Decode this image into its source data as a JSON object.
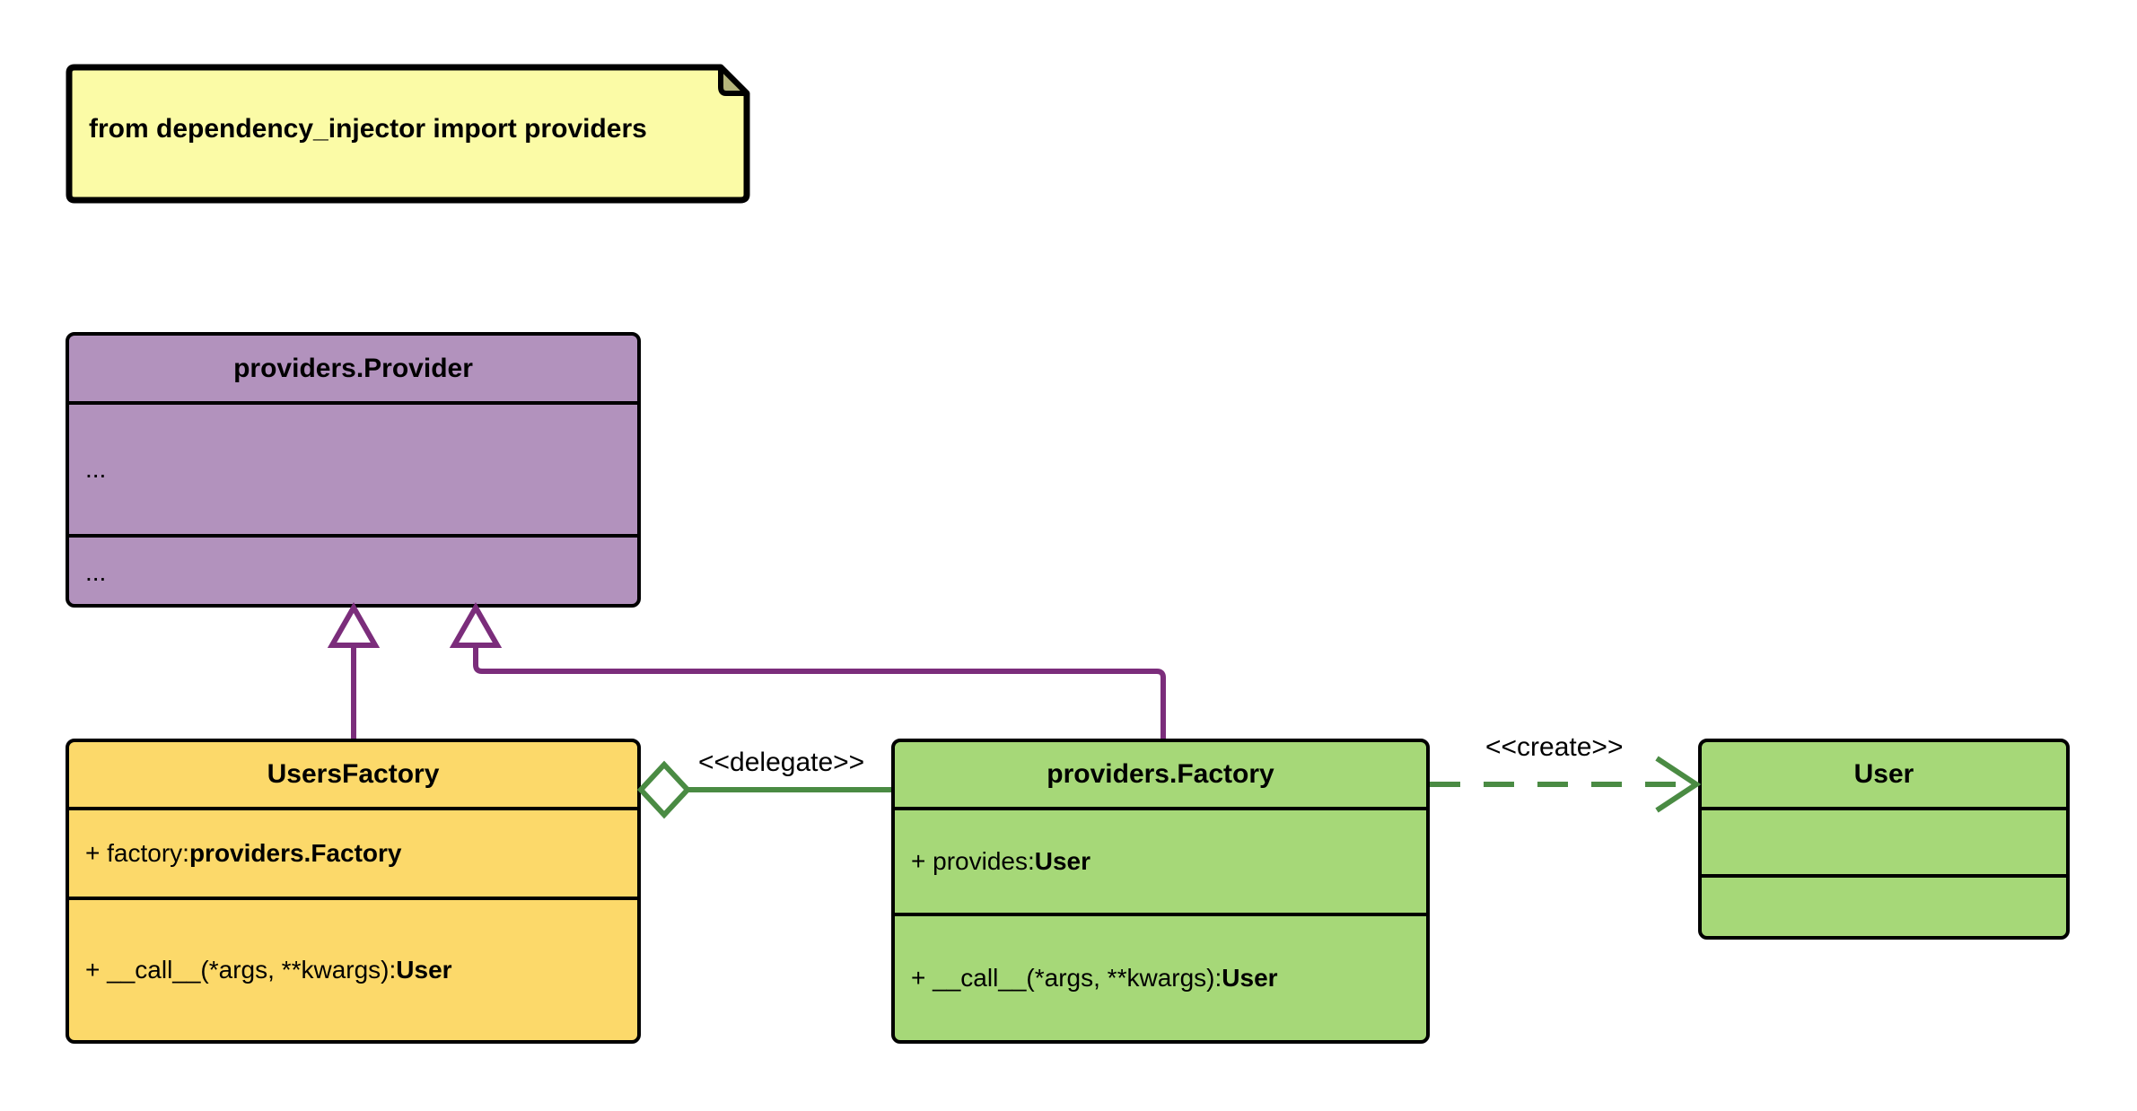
{
  "diagram": {
    "type": "uml-class-diagram",
    "background": "#ffffff",
    "note": {
      "text": "from dependency_injector import providers",
      "fill": "#fbfba6",
      "fold_fill": "#b5b57c",
      "stroke": "#000000"
    },
    "classes": [
      {
        "id": "providers-provider",
        "name": "providers.Provider",
        "fill": "#b292bd",
        "stroke": "#000000",
        "attributes": [
          "..."
        ],
        "methods": [
          "..."
        ]
      },
      {
        "id": "usersfactory",
        "name": "UsersFactory",
        "fill": "#fcd96a",
        "stroke": "#000000",
        "attributes": [
          "+ factory: providers.Factory"
        ],
        "attribute_parts": [
          {
            "plain": "+ factory: ",
            "bold": "providers.Factory"
          }
        ],
        "methods": [
          "+ __call__(*args, **kwargs): User"
        ],
        "method_parts": [
          {
            "plain": "+ __call__(*args, **kwargs): ",
            "bold": "User"
          }
        ]
      },
      {
        "id": "providers-factory",
        "name": "providers.Factory",
        "fill": "#a6d878",
        "stroke": "#000000",
        "attributes": [
          "+ provides: User"
        ],
        "attribute_parts": [
          {
            "plain": "+ provides: ",
            "bold": "User"
          }
        ],
        "methods": [
          "+ __call__(*args, **kwargs): User"
        ],
        "method_parts": [
          {
            "plain": "+ __call__(*args, **kwargs): ",
            "bold": "User"
          }
        ]
      },
      {
        "id": "user",
        "name": "User",
        "fill": "#a6d878",
        "stroke": "#000000",
        "attributes": [
          ""
        ],
        "methods": [
          ""
        ]
      }
    ],
    "relations": [
      {
        "id": "inherit-usersfactory",
        "kind": "generalization",
        "from": "UsersFactory",
        "to": "providers.Provider",
        "color": "#7b2d7b",
        "label": "",
        "style": "solid",
        "arrowhead": "hollow-triangle"
      },
      {
        "id": "inherit-factory",
        "kind": "generalization",
        "from": "providers.Factory",
        "to": "providers.Provider",
        "color": "#7b2d7b",
        "label": "",
        "style": "solid",
        "arrowhead": "hollow-triangle"
      },
      {
        "id": "delegate",
        "kind": "aggregation",
        "from": "UsersFactory",
        "to": "providers.Factory",
        "color": "#4a8b43",
        "label": "<<delegate>>",
        "style": "solid",
        "arrowhead": "hollow-diamond"
      },
      {
        "id": "create",
        "kind": "dependency",
        "from": "providers.Factory",
        "to": "User",
        "color": "#4a8b43",
        "label": "<<create>>",
        "style": "dashed",
        "arrowhead": "open-arrow"
      }
    ]
  }
}
